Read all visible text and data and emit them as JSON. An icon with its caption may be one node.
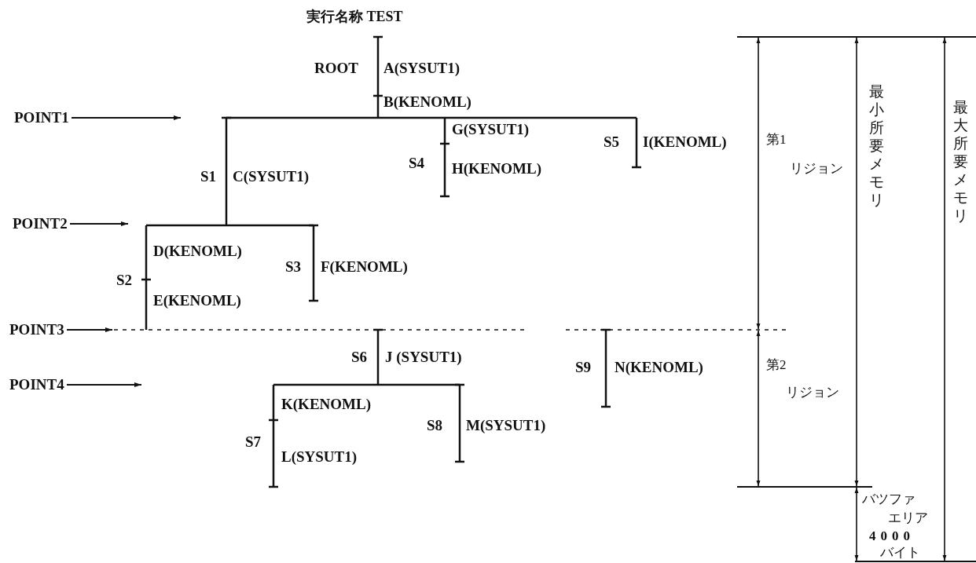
{
  "diagram": {
    "title": "実行名称 TEST",
    "nodes": [
      {
        "text": [
          "POINT1"
        ]
      },
      {
        "text": [
          "POINT2"
        ]
      },
      {
        "text": [
          "POINT3"
        ]
      },
      {
        "text": [
          "POINT4"
        ]
      }
    ],
    "edges": [
      {
        "from": 0,
        "to": null,
        "arrow": "to"
      },
      {
        "from": 1,
        "to": null,
        "arrow": "to"
      },
      {
        "from": 2,
        "to": null,
        "arrow": "to"
      },
      {
        "from": 3,
        "to": null,
        "arrow": "to"
      }
    ],
    "labels": [
      "ROOT",
      "A(SYSUT1)",
      "B(KENOML)",
      "G(SYSUT1)",
      "S5",
      "I(KENOML)",
      "第1",
      "最小所要メモリ",
      "最大所要メモリ",
      "S4",
      "H(KENOML)",
      "リジョン",
      "S1",
      "C(SYSUT1)",
      "D(KENOML)",
      "S3",
      "F(KENOML)",
      "S2",
      "E(KENOML)",
      "S6",
      "J (SYSUT1)",
      "S9",
      "N(KENOML)",
      "第2",
      "リジョン",
      "K(KENOML)",
      "S8",
      "M(SYSUT1)",
      "S7",
      "L(SYSUT1)",
      "バツファ",
      "エリア",
      "4000",
      "バイト"
    ]
  }
}
